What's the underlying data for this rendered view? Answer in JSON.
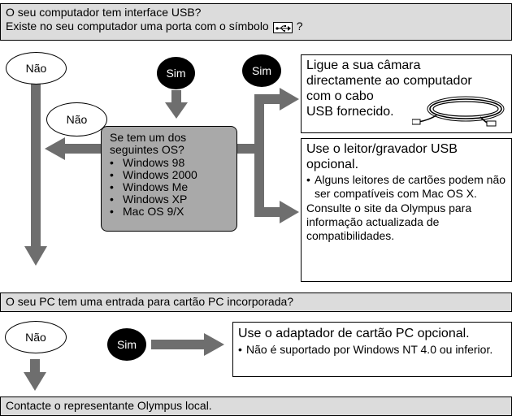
{
  "q1": {
    "line1": "O seu computador tem interface USB?",
    "line2_pre": "Existe no seu computador uma porta com o símbolo",
    "line2_post": "?",
    "symbol_icon": "usb-symbol-icon"
  },
  "labels": {
    "nao": "Não",
    "sim": "Sim"
  },
  "os_box": {
    "title": "Se tem um dos seguintes OS?",
    "items": [
      "Windows 98",
      "Windows 2000",
      "Windows Me",
      "Windows XP",
      "Mac OS 9/X"
    ]
  },
  "box_usb": {
    "line1": "Ligue a sua câmara",
    "line2": "directamente ao computador",
    "line3": "com o cabo",
    "line4": "USB fornecido.",
    "cable_icon": "usb-cable-icon"
  },
  "box_reader": {
    "title": "Use o leitor/gravador USB opcional.",
    "bullet": "Alguns leitores de cartões podem não ser compatíveis com Mac OS X.",
    "note": "Consulte o site da Olympus para informação actualizada de compatibilidades."
  },
  "q2": {
    "text": "O seu PC tem uma entrada para cartão PC incorporada?"
  },
  "box_adapter": {
    "title": "Use o adaptador de cartão PC opcional.",
    "bullet": "Não é suportado por Windows NT 4.0 ou inferior."
  },
  "final": {
    "text": "Contacte o representante Olympus local."
  },
  "colors": {
    "bar_grey": "#dcdcdc",
    "os_box_grey": "#a9a9a9",
    "arrow_grey": "#6e6e6e"
  }
}
